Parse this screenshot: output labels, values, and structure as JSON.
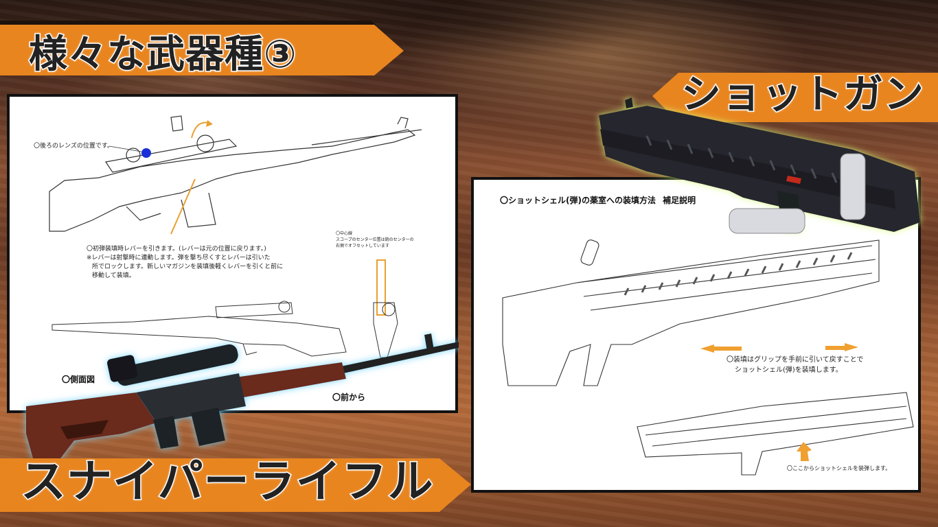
{
  "slide": {
    "title": "様々な武器種③",
    "left_label": "スナイパーライフル",
    "right_label": "ショットガン"
  },
  "sniper_panel": {
    "lens_note": "〇後ろのレンズの位置です。",
    "lever_note_line1": "〇初弾装填時レバーを引きます。(レバーは元の位置に戻ります。)",
    "lever_note_line2": "※レバーは射撃時に連動します。弾を撃ち尽くすとレバーは引いた",
    "lever_note_line3": "所でロックします。新しいマガジンを装填後軽くレバーを引くと前に",
    "lever_note_line4": "移動して装填。",
    "front_note_line1": "〇中心線",
    "front_note_line2": "スコープのセンター位置は銃のセンターの",
    "front_note_line3": "右側でオフセットしています",
    "side_view_label": "〇側面図",
    "front_view_label": "〇前から"
  },
  "shotgun_panel": {
    "heading": "〇ショットシェル(弾)の薬室への装填方法",
    "heading_sub": "補足説明",
    "load_note_line1": "〇装填はグリップを手前に引いて戻すことで",
    "load_note_line2": "ショットシェル(弾)を装填します。",
    "insert_note": "〇ここからショットシェルを装弾します。"
  },
  "colors": {
    "accent_orange": "#e8851f",
    "panel_border": "#111111",
    "rifle_glow": "#6fd3ff",
    "shotgun_glow": "#d6ff7a",
    "arrow_orange": "#f0a030",
    "lens_blue": "#1a2fd8"
  }
}
